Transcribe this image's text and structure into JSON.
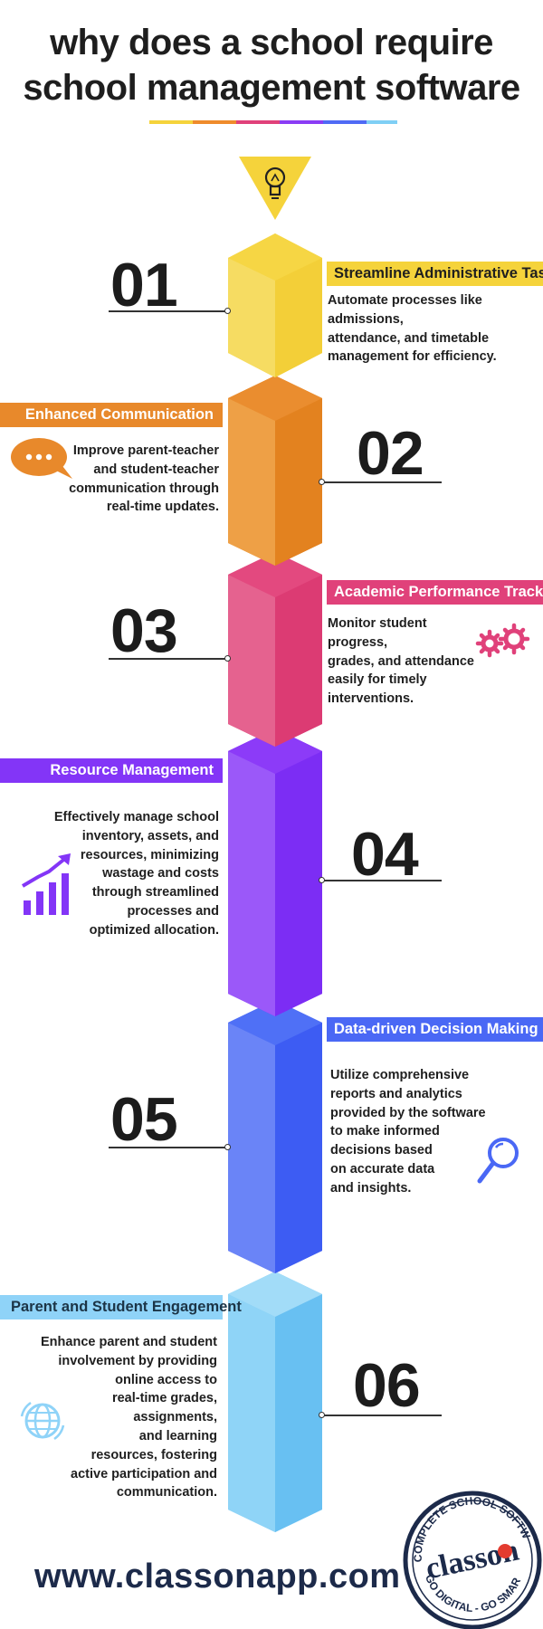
{
  "title": {
    "line1": "why does a school require",
    "line2": "school management software"
  },
  "accent_colors": [
    "#f5d33b",
    "#ef8b2c",
    "#e0417a",
    "#8a3cf5",
    "#4f6af5",
    "#7fcff5"
  ],
  "icons": {
    "top": "lightbulb-icon",
    "step02": "chat-bubble-icon",
    "step03": "gears-icon",
    "step04": "growth-chart-icon",
    "step05": "magnifier-icon",
    "step06": "globe-icon"
  },
  "steps": [
    {
      "number": "01",
      "heading": "Streamline Administrative Tasks",
      "text": "Automate processes like admissions,\nattendance, and timetable\nmanagement for efficiency.",
      "color": "#f5d33b"
    },
    {
      "number": "02",
      "heading": "Enhanced Communication",
      "text": "Improve parent-teacher\nand student-teacher\ncommunication through\nreal-time updates.",
      "color": "#e8892b"
    },
    {
      "number": "03",
      "heading": "Academic Performance Tracking",
      "text": "Monitor student progress,\ngrades, and attendance\neasily for timely\ninterventions.",
      "color": "#e0417a"
    },
    {
      "number": "04",
      "heading": "Resource Management",
      "text": "Effectively manage school\ninventory, assets, and\nresources, minimizing\nwastage and costs\nthrough streamlined\nprocesses and\noptimized allocation.",
      "color": "#8335f7"
    },
    {
      "number": "05",
      "heading": "Data-driven Decision Making",
      "text": "Utilize comprehensive\nreports and analytics\nprovided by the software\nto make informed\ndecisions based\non accurate data\nand insights.",
      "color": "#4a68f5"
    },
    {
      "number": "06",
      "heading": "Parent and Student Engagement",
      "text": "Enhance parent and student\ninvolvement by providing\nonline access to\nreal-time grades,\nassignments,\nand learning\nresources, fostering\nactive participation and\ncommunication.",
      "color": "#8fd3f8"
    }
  ],
  "footer": {
    "url": "www.classonapp.com",
    "seal_top": "COMPLETE SCHOOL SOFTWARE",
    "seal_brand": "classon",
    "seal_bottom": "GO DIGITAL - GO SMART"
  }
}
